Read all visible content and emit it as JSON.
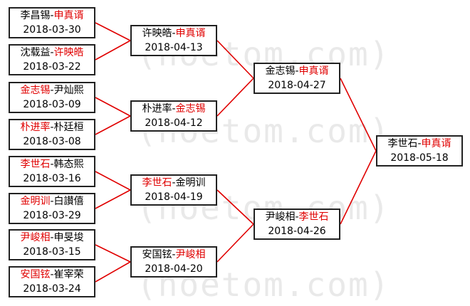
{
  "watermark": "(hoetom.com)",
  "colors": {
    "winner": "#e00000",
    "line": "#e00000",
    "border": "#222222",
    "text": "#000000",
    "watermark": "#e9e9e9"
  },
  "round1": [
    {
      "a": "李昌锡",
      "b": "申真谞",
      "winner": "b",
      "date": "2018-03-30"
    },
    {
      "a": "沈载益",
      "b": "许映皓",
      "winner": "b",
      "date": "2018-03-22"
    },
    {
      "a": "金志锡",
      "b": "尹灿熙",
      "winner": "a",
      "date": "2018-03-09"
    },
    {
      "a": "朴进率",
      "b": "朴廷桓",
      "winner": "a",
      "date": "2018-03-08"
    },
    {
      "a": "李世石",
      "b": "韩态熙",
      "winner": "a",
      "date": "2018-03-16"
    },
    {
      "a": "金明训",
      "b": "白讃僖",
      "winner": "a",
      "date": "2018-03-29"
    },
    {
      "a": "尹峻相",
      "b": "申旻埈",
      "winner": "a",
      "date": "2018-03-15"
    },
    {
      "a": "安国铉",
      "b": "崔宰荣",
      "winner": "a",
      "date": "2018-03-24"
    }
  ],
  "round2": [
    {
      "a": "许映皓",
      "b": "申真谞",
      "winner": "b",
      "date": "2018-04-13"
    },
    {
      "a": "朴进率",
      "b": "金志锡",
      "winner": "b",
      "date": "2018-04-12"
    },
    {
      "a": "李世石",
      "b": "金明训",
      "winner": "a",
      "date": "2018-04-19"
    },
    {
      "a": "安国铉",
      "b": "尹峻相",
      "winner": "b",
      "date": "2018-04-20"
    }
  ],
  "round3": [
    {
      "a": "金志锡",
      "b": "申真谞",
      "winner": "b",
      "date": "2018-04-27"
    },
    {
      "a": "尹峻相",
      "b": "李世石",
      "winner": "b",
      "date": "2018-04-26"
    }
  ],
  "final": [
    {
      "a": "李世石",
      "b": "申真谞",
      "winner": "b",
      "date": "2018-05-18"
    }
  ]
}
